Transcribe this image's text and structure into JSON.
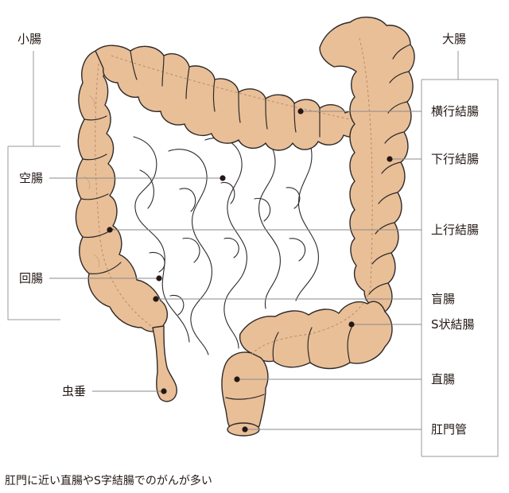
{
  "labels": {
    "small_intestine": "小腸",
    "large_intestine": "大腸",
    "transverse_colon": "横行結腸",
    "descending_colon": "下行結腸",
    "ascending_colon": "上行結腸",
    "cecum": "盲腸",
    "sigmoid_colon": "S状結腸",
    "rectum": "直腸",
    "anal_canal": "肛門管",
    "jejunum": "空腸",
    "ileum": "回腸",
    "appendix": "虫垂"
  },
  "caption": "肛門に近い直腸やS字結腸でのがんが多い",
  "colors": {
    "colon_fill": "#e9bf98",
    "outline": "#2f2a28",
    "leader_line": "#8a8a8a"
  }
}
